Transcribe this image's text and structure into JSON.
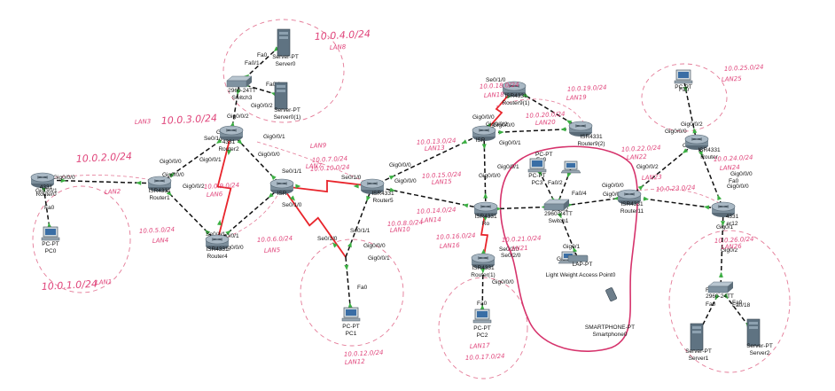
{
  "devices": [
    {
      "id": "router0",
      "type": "router",
      "name": "4331",
      "model": "",
      "sub": "Router0"
    },
    {
      "id": "router1",
      "type": "router",
      "name": "ISR4331",
      "model": "",
      "sub": "Router1"
    },
    {
      "id": "router2",
      "type": "router",
      "name": "4331",
      "model": "",
      "sub": "Router2"
    },
    {
      "id": "router4",
      "type": "router",
      "name": "ISR4331",
      "model": "",
      "sub": "Router4"
    },
    {
      "id": "router5",
      "type": "router",
      "name": "ISR4331",
      "model": "",
      "sub": "Router5"
    },
    {
      "id": "router6",
      "type": "router",
      "name": "ISR",
      "model": "",
      "sub": ""
    },
    {
      "id": "router91",
      "type": "router",
      "name": "ISR4331",
      "model": "",
      "sub": "Router9(1)"
    },
    {
      "id": "router92",
      "type": "router",
      "name": "ISR4331",
      "model": "",
      "sub": "Router9(2)"
    },
    {
      "id": "routerR",
      "type": "router",
      "name": "ISR",
      "model": "",
      "sub": ""
    },
    {
      "id": "routerRo",
      "type": "router",
      "name": "ISR4331",
      "model": "",
      "sub": "Ro"
    },
    {
      "id": "router10",
      "type": "router",
      "name": "ISR4331",
      "model": "",
      "sub": "Router(1)"
    },
    {
      "id": "router11",
      "type": "router",
      "name": "ISR4331",
      "model": "",
      "sub": "Router11"
    },
    {
      "id": "router12",
      "type": "router",
      "name": "4331",
      "model": "",
      "sub": "er12"
    },
    {
      "id": "routerTR",
      "type": "router",
      "name": "ISR4331",
      "model": "",
      "sub": "Router"
    },
    {
      "id": "switch3",
      "type": "switch",
      "name": "2960-24TT",
      "model": "",
      "sub": "Switch3"
    },
    {
      "id": "switch1",
      "type": "switch",
      "name": "2960-24TT",
      "model": "",
      "sub": "Switch1"
    },
    {
      "id": "switchR",
      "type": "switch",
      "name": "2960-24TT",
      "model": "",
      "sub": ""
    },
    {
      "id": "server0",
      "type": "server",
      "name": "Server-PT",
      "model": "",
      "sub": "Server0"
    },
    {
      "id": "server01",
      "type": "server",
      "name": "Server-PT",
      "model": "",
      "sub": "Server0(1)"
    },
    {
      "id": "server1",
      "type": "server",
      "name": "Server-PT",
      "model": "",
      "sub": "Server1"
    },
    {
      "id": "server2",
      "type": "server",
      "name": "Server-PT",
      "model": "",
      "sub": "Server2"
    },
    {
      "id": "pc0",
      "type": "pc",
      "name": "PC-PT",
      "model": "",
      "sub": "PC0"
    },
    {
      "id": "pc1",
      "type": "pc",
      "name": "PC-PT",
      "model": "",
      "sub": "PC1"
    },
    {
      "id": "pc2",
      "type": "pc",
      "name": "PC-PT",
      "model": "",
      "sub": "PC2"
    },
    {
      "id": "pc3",
      "type": "pc",
      "name": "PC-PT",
      "model": "",
      "sub": "PC3"
    },
    {
      "id": "pctr",
      "type": "pc",
      "name": "PC-PT",
      "model": "",
      "sub": ""
    },
    {
      "id": "laptop",
      "type": "laptop",
      "name": "LAP-PT",
      "model": "",
      "sub": ""
    },
    {
      "id": "laptop2",
      "type": "laptop",
      "name": "",
      "model": "",
      "sub": ""
    },
    {
      "id": "ap",
      "type": "ap",
      "name": "Light Weight Access Point0",
      "model": "",
      "sub": ""
    },
    {
      "id": "phone",
      "type": "phone",
      "name": "SMARTPHONE-PT",
      "model": "",
      "sub": "Smartphone0"
    }
  ],
  "links": [
    {
      "a": "router0",
      "b": "router1",
      "kind": "ethernet"
    },
    {
      "a": "router0",
      "b": "pc0",
      "kind": "ethernet"
    },
    {
      "a": "router1",
      "b": "router2",
      "kind": "ethernet"
    },
    {
      "a": "router1",
      "b": "router4",
      "kind": "ethernet"
    },
    {
      "a": "router2",
      "b": "switch3",
      "kind": "ethernet"
    },
    {
      "a": "switch3",
      "b": "server0",
      "kind": "ethernet"
    },
    {
      "a": "switch3",
      "b": "server01",
      "kind": "ethernet"
    },
    {
      "a": "router2",
      "b": "router4",
      "kind": "serial"
    },
    {
      "a": "router2",
      "b": "router6",
      "kind": "ethernet"
    },
    {
      "a": "router4",
      "b": "router6",
      "kind": "ethernet"
    },
    {
      "a": "router6",
      "b": "router5",
      "kind": "serial"
    },
    {
      "a": "router6",
      "b": "routerPC1",
      "kind": "serial"
    },
    {
      "a": "routerPC1",
      "b": "pc1",
      "kind": "ethernet"
    },
    {
      "a": "routerPC1",
      "b": "router5",
      "kind": "ethernet"
    },
    {
      "a": "router5",
      "b": "routerR",
      "kind": "ethernet"
    },
    {
      "a": "router5",
      "b": "routerRo",
      "kind": "ethernet"
    },
    {
      "a": "routerR",
      "b": "router91",
      "kind": "serial"
    },
    {
      "a": "routerR",
      "b": "router92",
      "kind": "ethernet"
    },
    {
      "a": "router91",
      "b": "router92",
      "kind": "ethernet"
    },
    {
      "a": "routerR",
      "b": "routerRo",
      "kind": "ethernet"
    },
    {
      "a": "routerRo",
      "b": "router10",
      "kind": "serial"
    },
    {
      "a": "router10",
      "b": "pc2",
      "kind": "ethernet"
    },
    {
      "a": "routerRo",
      "b": "switch1",
      "kind": "ethernet"
    },
    {
      "a": "switch1",
      "b": "router11",
      "kind": "ethernet"
    },
    {
      "a": "switch1",
      "b": "pc3",
      "kind": "ethernet"
    },
    {
      "a": "switch1",
      "b": "laptop2",
      "kind": "ethernet"
    },
    {
      "a": "switch1",
      "b": "ap",
      "kind": "ethernet"
    },
    {
      "a": "router11",
      "b": "routerTR",
      "kind": "ethernet"
    },
    {
      "a": "router11",
      "b": "router12",
      "kind": "ethernet"
    },
    {
      "a": "routerTR",
      "b": "router12",
      "kind": "ethernet"
    },
    {
      "a": "routerTR",
      "b": "pctr",
      "kind": "ethernet"
    },
    {
      "a": "router12",
      "b": "switchR",
      "kind": "ethernet"
    },
    {
      "a": "switchR",
      "b": "server1",
      "kind": "ethernet"
    },
    {
      "a": "switchR",
      "b": "server2",
      "kind": "ethernet"
    }
  ],
  "port_labels": [
    "Fa0",
    "Fa0/1",
    "Fa0 1",
    "Gig0/0/2",
    "Gig0/0/2",
    "Gig0/0/1",
    "Gig",
    "Se0/1/0",
    "Gig0/0/0",
    "Gig0/0/1",
    "Gig0/0/0",
    "Gig0/0/0",
    "Gig0/0/1",
    "Gig0/0/0",
    "Gig0/0/2",
    "Se0/1/1",
    "Se0/1/0",
    "Gig0/0/1",
    "Gig0/0/0",
    "Se0/1/1",
    "Se0/1/0",
    "Se0/1/1",
    "Gig0/0/0",
    "Gig0/0/1",
    "Fa0",
    "Gig0/0/0",
    "Se0/1/0",
    "Se0/1/1",
    "Gig0/0/0",
    "Fa0",
    "Se0/1/0",
    "Gig0/0/0",
    "Gig0/0/0",
    "Gig0/0/2",
    "Gig0/0/1",
    "Gig0/0/0",
    "Gig0/0/1",
    "Se0/2/0",
    "Se0/2/0",
    "Gig0/0/0",
    "Fa0",
    "PC-PT",
    "Fa0",
    "Fa0/2",
    "Fa0/4",
    "Gig0/2",
    "Gig0/1",
    "Gig0/0/0",
    "Gig0/0/0",
    "Gig0/0/2",
    "Gig0/0/1",
    "Gig0/0/0",
    "Gig0/0/2",
    "Gig0/2",
    "Fa0/8",
    "Fa0/18",
    "Fa0",
    "Fa0",
    "Fa0",
    "Gig0/0/0",
    "Fa0",
    "Gig0/0/0",
    "Gig0/0/1",
    "Gig0/1",
    "Gig0/0/2"
  ],
  "annotations": [
    {
      "text": "10.0.4.0/24",
      "size": "big"
    },
    {
      "text": "LAN8",
      "size": "sm"
    },
    {
      "text": "LAN3",
      "size": "sm"
    },
    {
      "text": "10.0.3.0/24",
      "size": "big"
    },
    {
      "text": "10.0.2.0/24",
      "size": "big"
    },
    {
      "text": "LAN2",
      "size": "sm"
    },
    {
      "text": "10.0.9.0/24",
      "size": "sm"
    },
    {
      "text": "LAN6",
      "size": "sm"
    },
    {
      "text": "10.0.5.0/24",
      "size": "sm"
    },
    {
      "text": "LAN4",
      "size": "sm"
    },
    {
      "text": "10.0.6.0/24",
      "size": "sm"
    },
    {
      "text": "LAN5",
      "size": "sm"
    },
    {
      "text": "10.0.1.0/24",
      "size": "big"
    },
    {
      "text": "LAN1",
      "size": "sm"
    },
    {
      "text": "LAN9",
      "size": "sm"
    },
    {
      "text": "10.0.7.0/24",
      "size": "sm"
    },
    {
      "text": "LAN7",
      "size": "sm"
    },
    {
      "text": "10.0.10.0/24",
      "size": "sm"
    },
    {
      "text": "10.0.8.0/24",
      "size": "sm"
    },
    {
      "text": "LAN10",
      "size": "sm"
    },
    {
      "text": "10.0.12.0/24",
      "size": "sm"
    },
    {
      "text": "LAN12",
      "size": "sm"
    },
    {
      "text": "10.0.13.0/24",
      "size": "sm"
    },
    {
      "text": "LAN13",
      "size": "sm"
    },
    {
      "text": "10.0.18.0/24",
      "size": "sm"
    },
    {
      "text": "LAN18",
      "size": "sm"
    },
    {
      "text": "10.0.19.0/24",
      "size": "sm"
    },
    {
      "text": "LAN19",
      "size": "sm"
    },
    {
      "text": "10.0.20.0/24",
      "size": "sm"
    },
    {
      "text": "LAN20",
      "size": "sm"
    },
    {
      "text": "10.0.15.0/24",
      "size": "sm"
    },
    {
      "text": "LAN15",
      "size": "sm"
    },
    {
      "text": "10.0.14.0/24",
      "size": "sm"
    },
    {
      "text": "LAN14",
      "size": "sm"
    },
    {
      "text": "10.0.16.0/24",
      "size": "sm"
    },
    {
      "text": "LAN16",
      "size": "sm"
    },
    {
      "text": "10.0.21.0/24",
      "size": "sm"
    },
    {
      "text": "LAN21",
      "size": "sm"
    },
    {
      "text": "10.0.17.0/24",
      "size": "sm"
    },
    {
      "text": "LAN17",
      "size": "sm"
    },
    {
      "text": "10.0.25.0/24",
      "size": "sm"
    },
    {
      "text": "LAN25",
      "size": "sm"
    },
    {
      "text": "10.0.22.0/24",
      "size": "sm"
    },
    {
      "text": "LAN22",
      "size": "sm"
    },
    {
      "text": "10.0.24.0/24",
      "size": "sm"
    },
    {
      "text": "LAN24",
      "size": "sm"
    },
    {
      "text": "LAN23",
      "size": "sm"
    },
    {
      "text": "10.0.23.0/24",
      "size": "sm"
    },
    {
      "text": "10.0.26.0/24",
      "size": "sm"
    },
    {
      "text": "LAN26",
      "size": "sm"
    }
  ],
  "colors": {
    "ethernet": "#111111",
    "serial": "#e8242b",
    "zone": "#e47a97",
    "annotation": "#e0457b",
    "wlan_zone": "#d6336c",
    "port_up": "#3cb043",
    "port_down": "#e8242b"
  }
}
